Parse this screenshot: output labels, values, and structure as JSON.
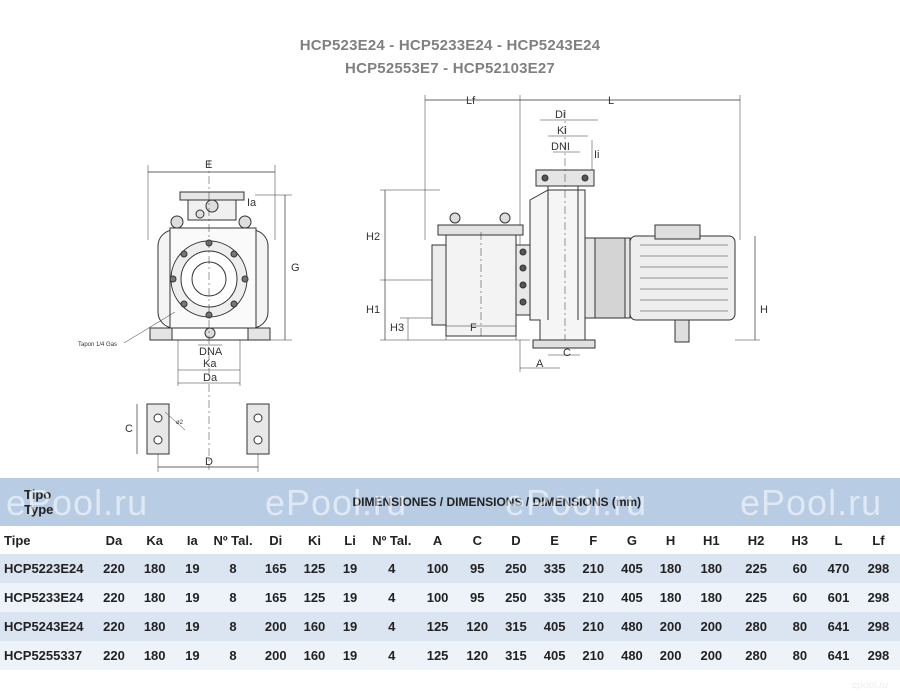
{
  "title": {
    "line1": "HCP523E24 - HCP5233E24 - HCP5243E24",
    "line2": "HCP52553E7 - HCP52103E27"
  },
  "drawing_labels": {
    "E": "E",
    "G": "G",
    "Ia": "Ia",
    "DNA": "DNA",
    "Ka": "Ka",
    "Da": "Da",
    "C": "C",
    "D": "D",
    "o2": "ø2",
    "tapon": "Tapon 1/4 Gas",
    "Lf": "Lf",
    "L": "L",
    "Di": "Di",
    "Ki": "Ki",
    "DNI": "DNI",
    "Ii": "Ii",
    "H2": "H2",
    "H1": "H1",
    "H3": "H3",
    "F": "F",
    "A": "A",
    "C2": "C",
    "H": "H"
  },
  "table": {
    "tipo_es": "Tipo",
    "tipo_en": "Type",
    "dimensions_header": "DIMENSIONES / DIMENSIONS / DIMENSIONS (mm)",
    "columns": [
      "Tipe",
      "Da",
      "Ka",
      "Ia",
      "Nº Tal.",
      "Di",
      "Ki",
      "Li",
      "Nº Tal.",
      "A",
      "C",
      "D",
      "E",
      "F",
      "G",
      "H",
      "H1",
      "H2",
      "H3",
      "L",
      "Lf"
    ],
    "rows": [
      [
        "HCP5223E24",
        "220",
        "180",
        "19",
        "8",
        "165",
        "125",
        "19",
        "4",
        "100",
        "95",
        "250",
        "335",
        "210",
        "405",
        "180",
        "180",
        "225",
        "60",
        "470",
        "298"
      ],
      [
        "HCP5233E24",
        "220",
        "180",
        "19",
        "8",
        "165",
        "125",
        "19",
        "4",
        "100",
        "95",
        "250",
        "335",
        "210",
        "405",
        "180",
        "180",
        "225",
        "60",
        "601",
        "298"
      ],
      [
        "HCP5243E24",
        "220",
        "180",
        "19",
        "8",
        "200",
        "160",
        "19",
        "4",
        "125",
        "120",
        "315",
        "405",
        "210",
        "480",
        "200",
        "200",
        "280",
        "80",
        "641",
        "298"
      ],
      [
        "HCP5255337",
        "220",
        "180",
        "19",
        "8",
        "200",
        "160",
        "19",
        "4",
        "125",
        "120",
        "315",
        "405",
        "210",
        "480",
        "200",
        "200",
        "280",
        "80",
        "641",
        "298"
      ]
    ]
  },
  "watermarks": [
    "ePool.ru",
    "ePool.ru",
    "ePool.ru",
    "ePool.ru"
  ],
  "corner_mark": "epool.ru"
}
